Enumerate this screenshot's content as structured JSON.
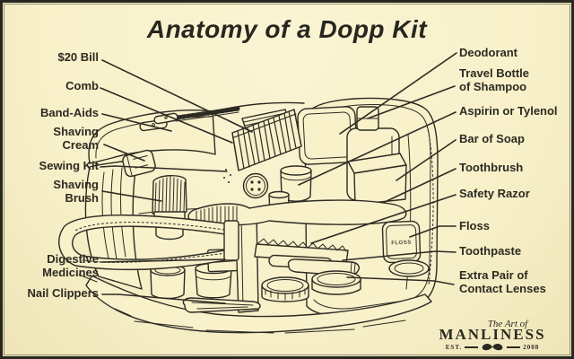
{
  "title": "Anatomy of a Dopp Kit",
  "left_labels": [
    {
      "text": "$20 Bill"
    },
    {
      "text": "Comb"
    },
    {
      "text": "Band-Aids"
    },
    {
      "text": "Shaving\nCream"
    },
    {
      "text": "Sewing Kit"
    },
    {
      "text": "Shaving\nBrush"
    },
    {
      "text": "Digestive\nMedicines"
    },
    {
      "text": "Nail Clippers"
    }
  ],
  "right_labels": [
    {
      "text": "Deodorant"
    },
    {
      "text": "Travel Bottle\nof Shampoo"
    },
    {
      "text": "Aspirin or Tylenol"
    },
    {
      "text": "Bar of Soap"
    },
    {
      "text": "Toothbrush"
    },
    {
      "text": "Safety Razor"
    },
    {
      "text": "Floss"
    },
    {
      "text": "Toothpaste"
    },
    {
      "text": "Extra Pair of\nContact Lenses"
    }
  ],
  "illustration": {
    "floss_text": "FLOSS"
  },
  "logo": {
    "script": "The Art of",
    "name": "MANLINESS",
    "est": "EST.",
    "year": "2008"
  },
  "colors": {
    "background": "#f8f1ca",
    "ink": "#2e2b24",
    "frame": "#28261f",
    "inner_line": "#948f76"
  }
}
